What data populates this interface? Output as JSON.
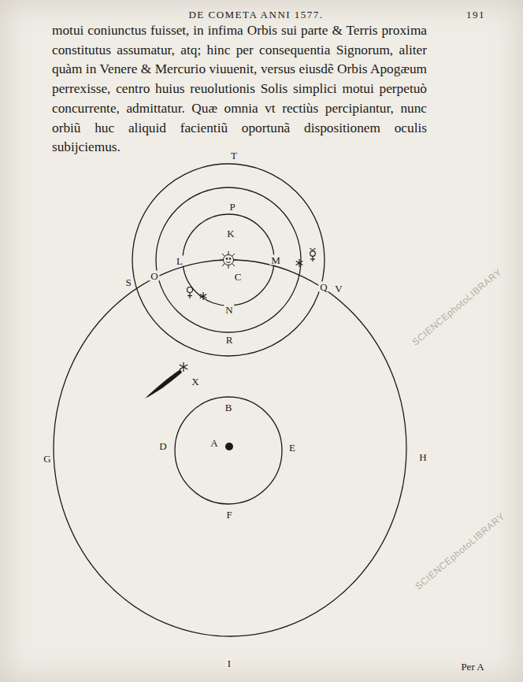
{
  "diagram": {
    "title": "DE COMETA ANNI 1577.",
    "labels": [
      "191",
      "motui coniunctus fuisset, in infima Orbis sui parte & Terris proxima constitutus assumatur, atq; hinc per consequentia Signorum, aliter quàm in Venere & Mercurio viuuenit, versus eiusdẽ Orbis Apogæum perrexisse, centro huius reuolutionis Solis simplici motui perpetuò concurrente, admittatur. Quæ omnia vt rectiùs percipiantur, nunc orbiũ huc aliquid facientiũ oportunã dispositionem oculis subijciemus.",
      "T",
      "P",
      "K",
      "S",
      "O",
      "L",
      "C",
      "M",
      "Q",
      "V",
      "N",
      "R",
      "X",
      "B",
      "D",
      "E",
      "F",
      "A",
      "G",
      "H",
      "I",
      "Per A",
      "SCIENCEphotoLIBRARY",
      "SCIENCEphotoLIBRARY"
    ]
  }
}
